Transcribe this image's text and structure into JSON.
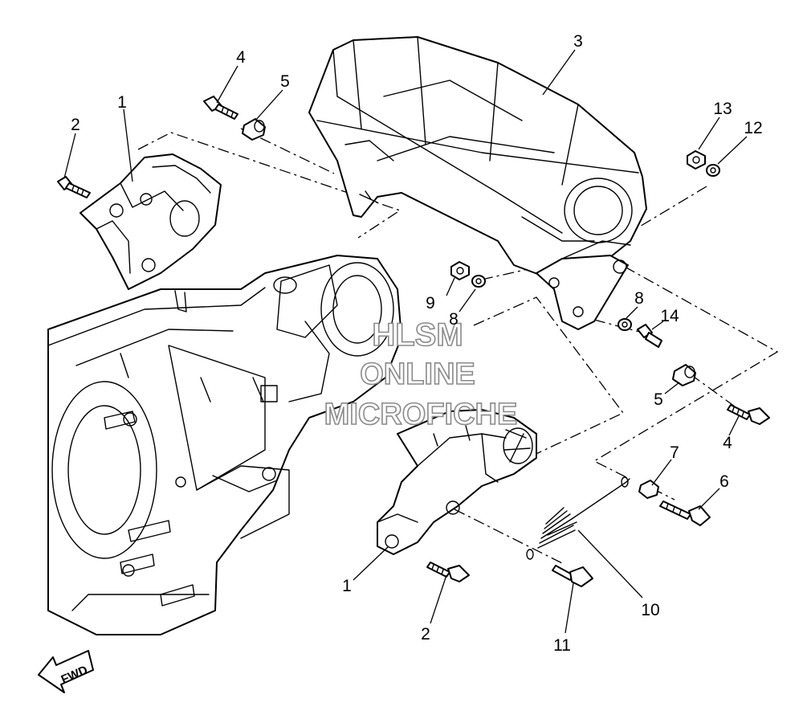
{
  "callouts": [
    {
      "id": "c1a",
      "label": "1"
    },
    {
      "id": "c2a",
      "label": "2"
    },
    {
      "id": "c4a",
      "label": "4"
    },
    {
      "id": "c5a",
      "label": "5"
    },
    {
      "id": "c3",
      "label": "3"
    },
    {
      "id": "c13",
      "label": "13"
    },
    {
      "id": "c12",
      "label": "12"
    },
    {
      "id": "c9",
      "label": "9"
    },
    {
      "id": "c8a",
      "label": "8"
    },
    {
      "id": "c8b",
      "label": "8"
    },
    {
      "id": "c14",
      "label": "14"
    },
    {
      "id": "c5b",
      "label": "5"
    },
    {
      "id": "c4b",
      "label": "4"
    },
    {
      "id": "c7",
      "label": "7"
    },
    {
      "id": "c6",
      "label": "6"
    },
    {
      "id": "c1b",
      "label": "1"
    },
    {
      "id": "c2b",
      "label": "2"
    },
    {
      "id": "c10",
      "label": "10"
    },
    {
      "id": "c11",
      "label": "11"
    }
  ],
  "watermark": {
    "line1": "HLSM",
    "line2": "ONLINE",
    "line3": "MICROFICHE"
  },
  "direction_arrow": {
    "label": "FWD",
    "icon": "fwd-arrow-icon"
  },
  "colors": {
    "line": "#000000",
    "background": "#ffffff",
    "watermark_outline": "#8a8a8a"
  }
}
